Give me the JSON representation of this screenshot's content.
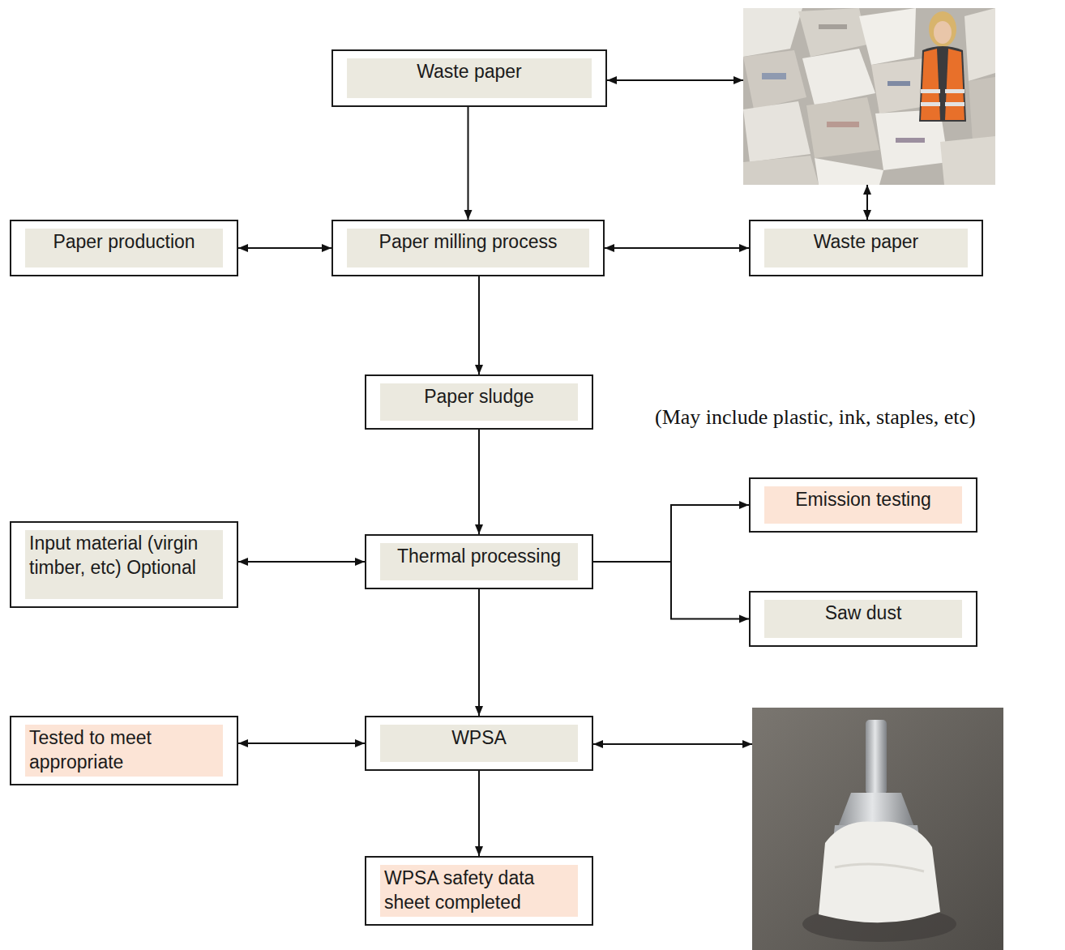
{
  "diagram": {
    "nodes": [
      {
        "text": [
          "Waste paper"
        ]
      },
      {
        "text": [
          "Paper production"
        ]
      },
      {
        "text": [
          "Paper milling process"
        ]
      },
      {
        "text": [
          "Waste paper"
        ]
      },
      {
        "text": [
          "Paper sludge"
        ]
      },
      {
        "text": [
          "Input material (virgin timber, etc) Optional"
        ]
      },
      {
        "text": [
          "Thermal processing"
        ]
      },
      {
        "text": [
          "Emission testing"
        ]
      },
      {
        "text": [
          "Saw dust"
        ]
      },
      {
        "text": [
          "Tested to meet appropriate"
        ]
      },
      {
        "text": [
          "WPSA"
        ]
      },
      {
        "text": [
          "WPSA safety data sheet completed"
        ]
      }
    ],
    "edges": [
      {
        "from": 0,
        "to": 2,
        "arrow": "to"
      },
      {
        "from": 1,
        "to": 2,
        "arrow": "both"
      },
      {
        "from": 2,
        "to": 3,
        "arrow": "both"
      },
      {
        "from": 2,
        "to": 4,
        "arrow": "to"
      },
      {
        "from": 4,
        "to": 6,
        "arrow": "to"
      },
      {
        "from": 5,
        "to": 6,
        "arrow": "both"
      },
      {
        "from": 6,
        "to": 7,
        "arrow": "to"
      },
      {
        "from": 6,
        "to": 8,
        "arrow": "to"
      },
      {
        "from": 6,
        "to": 10,
        "arrow": "to"
      },
      {
        "from": 9,
        "to": 10,
        "arrow": "both"
      },
      {
        "from": 10,
        "to": 11,
        "arrow": "to"
      }
    ],
    "labels": [
      "(May include plastic, ink, staples, etc)"
    ]
  }
}
